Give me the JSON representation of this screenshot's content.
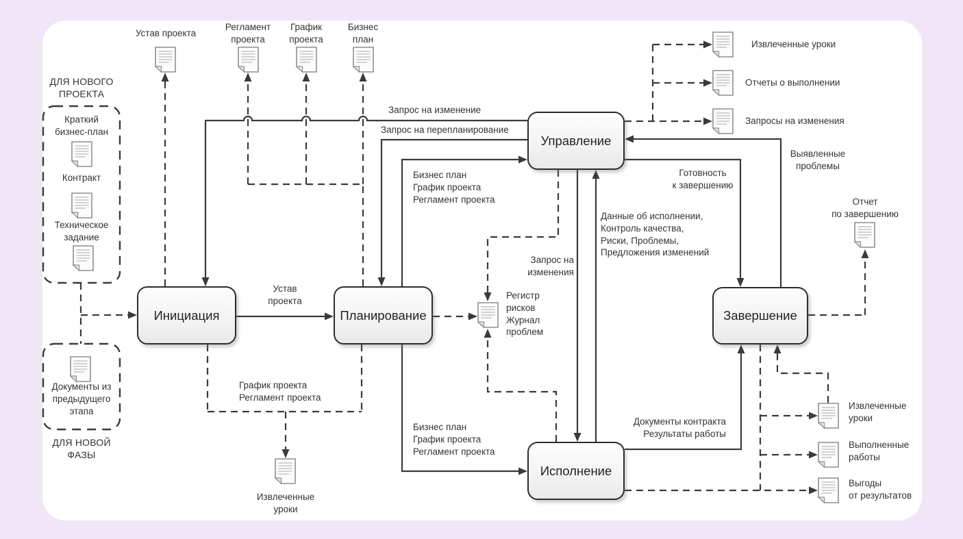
{
  "theme": {
    "page_bg": "#f0e6f7",
    "card_bg": "#ffffff",
    "line": "#3a3a3a",
    "text": "#333333",
    "node_border": "#2d2d2d",
    "doc_fill": "#fcfcfc",
    "doc_stroke": "#8f8f8f",
    "doc_lines": "#c3c3c3"
  },
  "nodes": {
    "initiation": "Инициация",
    "planning": "Планирование",
    "control": "Управление",
    "execution": "Исполнение",
    "closing": "Завершение"
  },
  "groups": {
    "new_project_title": "ДЛЯ НОВОГО\nПРОЕКТА",
    "new_phase_title": "ДЛЯ НОВОЙ\nФАЗЫ"
  },
  "artifacts": {
    "charter_top": "Устав проекта",
    "regulation_top": "Регламент\nпроекта",
    "schedule_top": "График\nпроекта",
    "business_plan_top": "Бизнес\nплан",
    "brief_business_plan": "Краткий\nбизнес-план",
    "contract": "Контракт",
    "tech_spec": "Техническое\nзадание",
    "prev_phase_docs": "Документы из\nпредыдущего\nэтапа",
    "lessons_learned_bottom": "Извлеченные\nуроки",
    "risk_register": "Регистр\nрисков\nЖурнал\nпроблем",
    "lessons_learned_top_right": "Извлеченные уроки",
    "performance_reports": "Отчеты о выполнении",
    "change_requests_docs": "Запросы на изменения",
    "closing_report": "Отчет\nпо завершению",
    "lessons_learned_right": "Извлеченные\nуроки",
    "completed_work": "Выполненные\nработы",
    "benefits": "Выгоды\nот результатов"
  },
  "edges": {
    "change_request": "Запрос на изменение",
    "replanning_request": "Запрос на перепланирование",
    "plans_to_control": "Бизнес план\nГрафик проекта\nРегламент проекта",
    "charter": "Устав\nпроекта",
    "schedule_regulation": "График проекта\nРегламент проекта",
    "plans_to_execution": "Бизнес план\nГрафик проекта\nРегламент проекта",
    "change_requests": "Запрос на\nизменения",
    "execution_data": "Данные об исполнении,\nКонтроль качества,\nРиски, Проблемы,\nПредложения изменений",
    "readiness_to_close": "Готовность\nк завершению",
    "identified_problems": "Выявленные\nпроблемы",
    "contract_results": "Документы контракта\nРезультаты работы"
  }
}
